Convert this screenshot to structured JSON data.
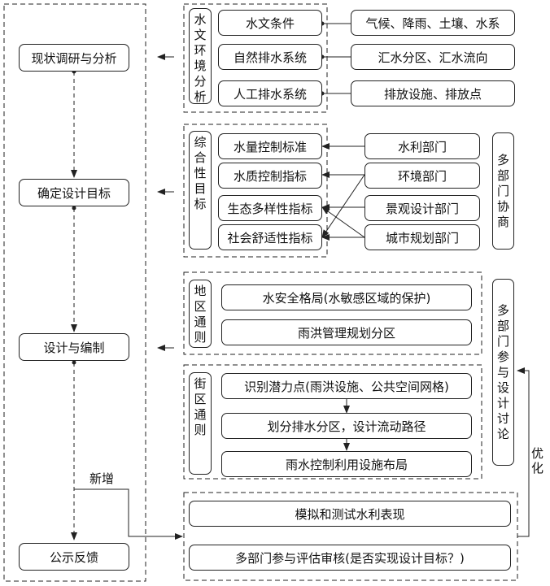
{
  "main_steps": [
    "现状调研与分析",
    "确定设计目标",
    "设计与编制",
    "公示反馈"
  ],
  "hydro": {
    "label": "水文环境分析",
    "items": [
      "水文条件",
      "自然排水系统",
      "人工排水系统"
    ],
    "details": [
      "气候、降雨、土壤、水系",
      "汇水分区、汇水流向",
      "排放设施、排放点"
    ]
  },
  "targets": {
    "label": "综合性目标",
    "items": [
      "水量控制标准",
      "水质控制指标",
      "生态多样性指标",
      "社会舒适性指标"
    ],
    "departments": [
      "水利部门",
      "环境部门",
      "景观设计部门",
      "城市规划部门"
    ],
    "coordination": "多部门协商"
  },
  "regional": {
    "label": "地区通则",
    "items": [
      "水安全格局(水敏感区域的保护)",
      "雨洪管理规划分区"
    ]
  },
  "street": {
    "label": "街区通则",
    "items": [
      "识别潜力点(雨洪设施、公共空间网格)",
      "划分排水分区，设计流动路径",
      "雨水控制利用设施布局"
    ]
  },
  "discussion": "多部门参与设计讨论",
  "feedback": {
    "new_label": "新增",
    "optimize_label": "优化",
    "items": [
      "模拟和测试水利表现",
      "多部门参与评估审核(是否实现设计目标？)"
    ]
  }
}
